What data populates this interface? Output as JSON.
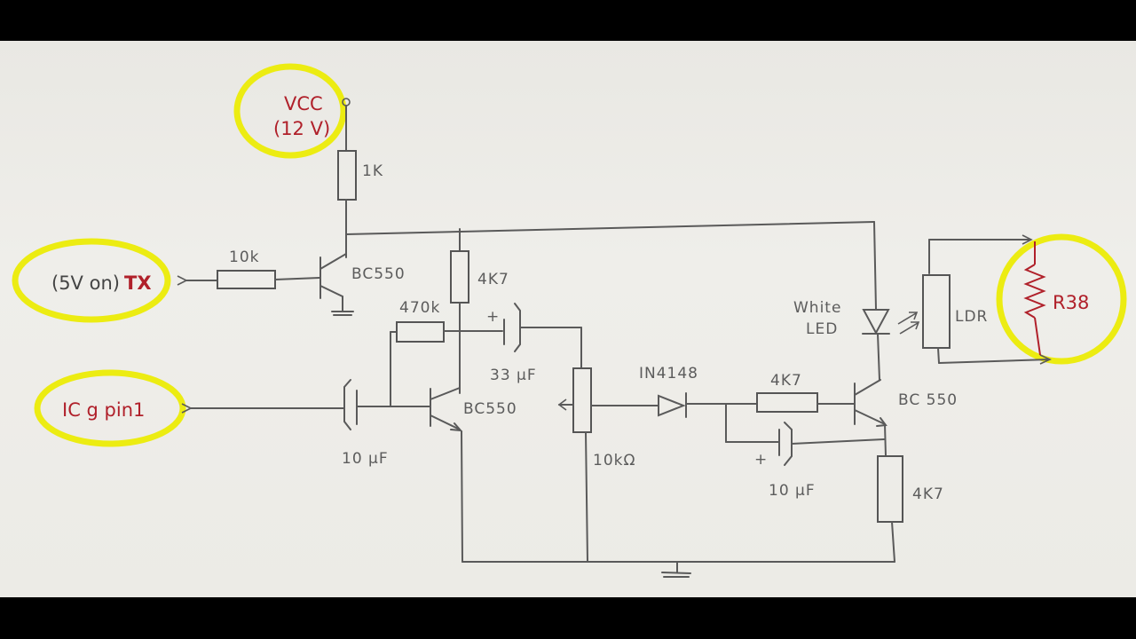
{
  "labels": {
    "vcc": "VCC",
    "vcc_value": "(12 V)",
    "r_vcc": "1K",
    "tx_prefix": "(5V on)",
    "tx": "TX",
    "r_base": "10k",
    "q1": "BC550",
    "r_collector": "4K7",
    "r_feedback": "470k",
    "cap_coupling": "33 μF",
    "cap_plus_1": "+",
    "input": "IC g pin1",
    "cap_input": "10 μF",
    "q2": "BC550",
    "pot": "10kΩ",
    "diode": "IN4148",
    "r_q3_base": "4K7",
    "cap_q3": "10 μF",
    "cap_plus_2": "+",
    "q3": "BC 550",
    "r_emitter": "4K7",
    "led_1": "White",
    "led_2": "LED",
    "ldr": "LDR",
    "r38": "R38"
  },
  "colors": {
    "highlight": "#ecec12",
    "red_ink": "#b0202a",
    "pencil": "#5a5a5a"
  }
}
